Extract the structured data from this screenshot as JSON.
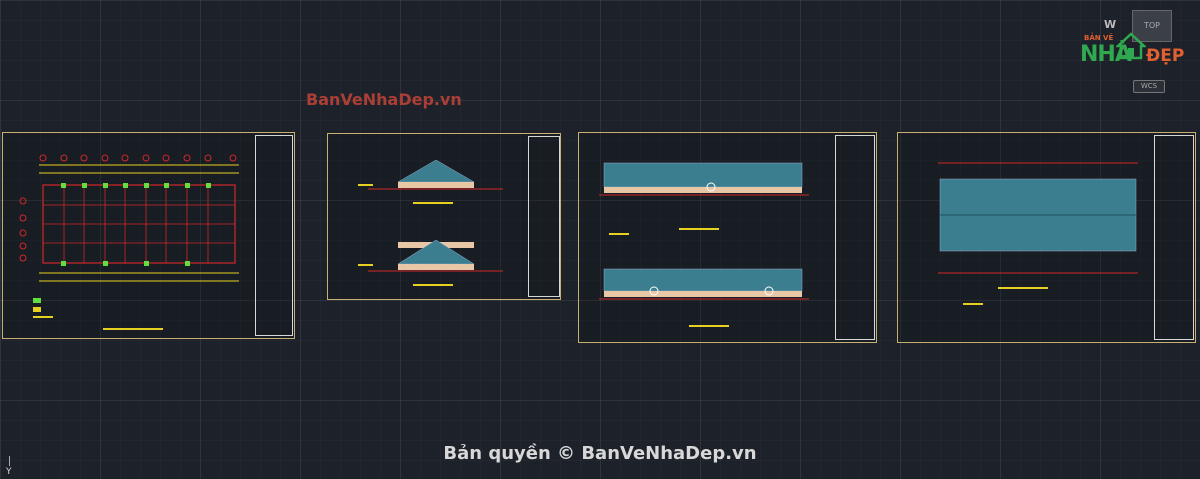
{
  "watermark_top": "BanVeNhaDep.vn",
  "watermark_bottom": "Bản quyền © BanVeNhaDep.vn",
  "viewcube": {
    "top_label": "TOP",
    "north_label": "W",
    "wcs_label": "WCS"
  },
  "logo": {
    "line1": "BẢN VẼ",
    "line2": "NHÀ",
    "line3": "ĐẸP"
  },
  "axis": {
    "y_label": "Y"
  },
  "colors": {
    "background": "#1d212a",
    "sheet_border": "#c8b070",
    "accent_red": "#d0282a",
    "grid_yellow": "#e8d020",
    "roof_teal": "#3a7e90",
    "wall_tan": "#e7c7a6"
  },
  "sheets": [
    {
      "name": "sheet-1-floor-plan",
      "kind": "plan"
    },
    {
      "name": "sheet-2-sections",
      "kind": "sections"
    },
    {
      "name": "sheet-3-elevations",
      "kind": "elevations"
    },
    {
      "name": "sheet-4-roof-plan",
      "kind": "roof"
    }
  ]
}
